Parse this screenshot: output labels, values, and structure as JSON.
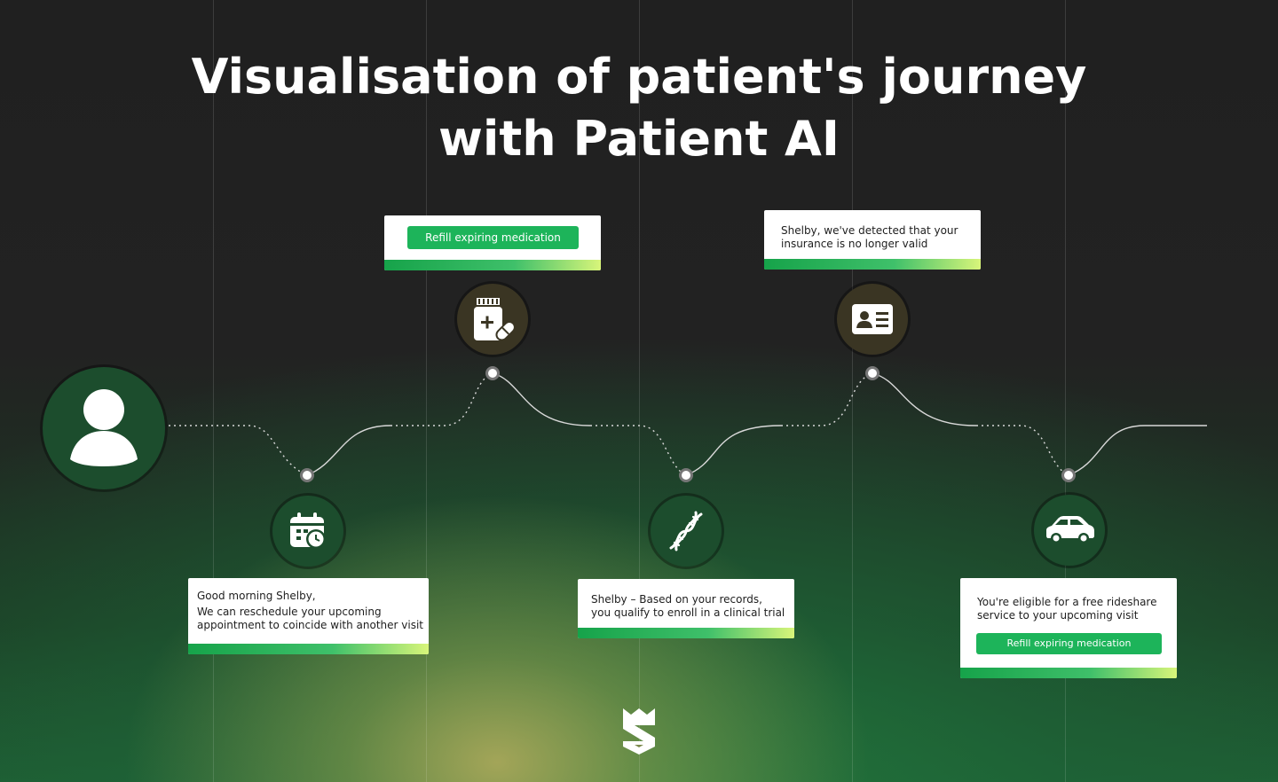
{
  "title": {
    "line1": "Visualisation of patient's journey",
    "line2": "with Patient AI"
  },
  "nodes": {
    "patient": {
      "icon": "user-icon"
    },
    "appointment": {
      "icon": "calendar-clock-icon",
      "text_line1": "Good morning Shelby,",
      "text_line2": "We can reschedule your upcoming",
      "text_line3": "appointment to coincide with another visit"
    },
    "medication": {
      "icon": "medicine-bottle-icon",
      "button_label": "Refill expiring medication"
    },
    "trial": {
      "icon": "dna-icon",
      "text_line1": "Shelby – Based on your records,",
      "text_line2": "you qualify to enroll in a clinical trial"
    },
    "insurance": {
      "icon": "id-card-icon",
      "text_line1": "Shelby, we've detected that your",
      "text_line2": "insurance is no longer valid"
    },
    "rideshare": {
      "icon": "car-icon",
      "text_line1": "You're eligible for a free rideshare",
      "text_line2": "service to your upcoming visit",
      "button_label": "Refill expiring medication"
    }
  },
  "logo": {
    "icon": "brand-logo-icon"
  },
  "colors": {
    "accent_green": "#1db45a",
    "circle_green": "#1c4d2d",
    "circle_brown": "#3a3523",
    "bar_gradient_start": "#16a34a",
    "bar_gradient_end": "#d8f57a"
  }
}
